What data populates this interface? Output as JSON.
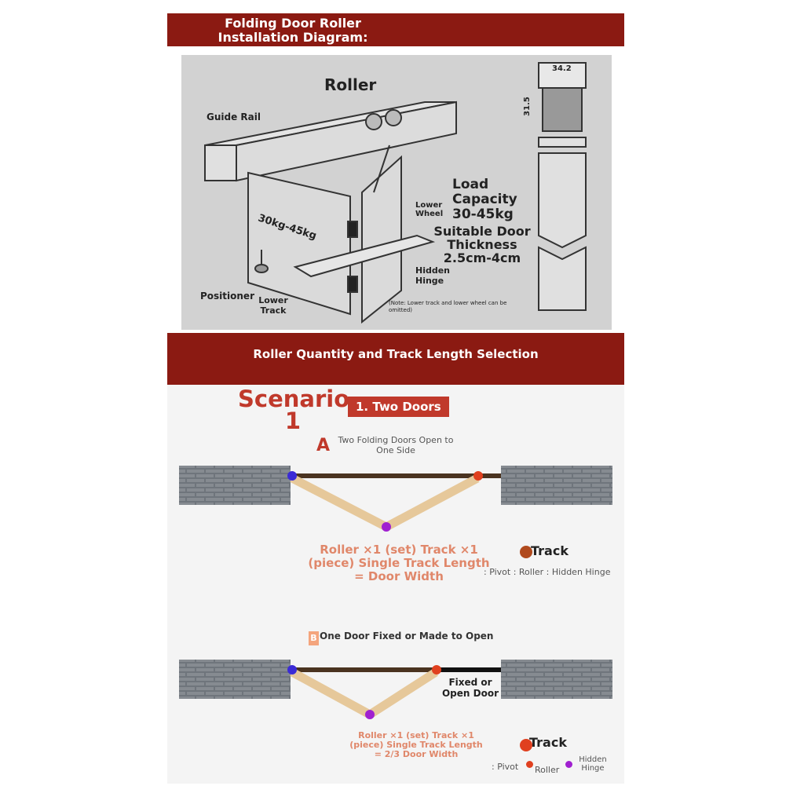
{
  "header": {
    "title": "Folding Door Roller Installation Diagram:"
  },
  "sketch": {
    "labels": {
      "roller": "Roller",
      "guide_rail": "Guide Rail",
      "lower_wheel": "Lower Wheel",
      "load_capacity": "Load Capacity 30-45kg",
      "door_thickness": "Suitable Door Thickness 2.5cm-4cm",
      "weight": "30kg-45kg",
      "hidden_hinge": "Hidden Hinge",
      "positioner": "Positioner",
      "lower_track": "Lower Track",
      "note": "(Note: Lower track and lower wheel can be omitted)",
      "dim_width": "34.2",
      "dim_height": "31.5"
    }
  },
  "section": {
    "title": "Roller Quantity and Track Length Selection"
  },
  "scenario": {
    "title": "Scenario 1",
    "tag": "1. Two Doors",
    "a": {
      "letter": "A",
      "desc": "Two Folding Doors Open to One Side",
      "spec": "Roller ×1 (set) Track ×1 (piece) Single Track Length = Door Width",
      "legend_track": "Track",
      "legend_items": ": Pivot : Roller : Hidden Hinge"
    },
    "b": {
      "letter": "B",
      "desc": "One Door Fixed or Made to Open",
      "fixed_label": "Fixed or Open Door",
      "spec": "Roller ×1 (set) Track ×1 (piece) Single Track Length = 2/3 Door Width",
      "legend_track": "Track",
      "legend_pivot": ": Pivot",
      "legend_roller": "Roller",
      "legend_hinge": "Hidden Hinge"
    }
  },
  "colors": {
    "banner": "#8b1a12",
    "accent_red": "#c0392b",
    "pivot": "#3b2bd6",
    "roller": "#e0401f",
    "hinge": "#a020d0",
    "door": "#e6c89a",
    "track": "#4a3320",
    "brick": "#7a7f86"
  }
}
